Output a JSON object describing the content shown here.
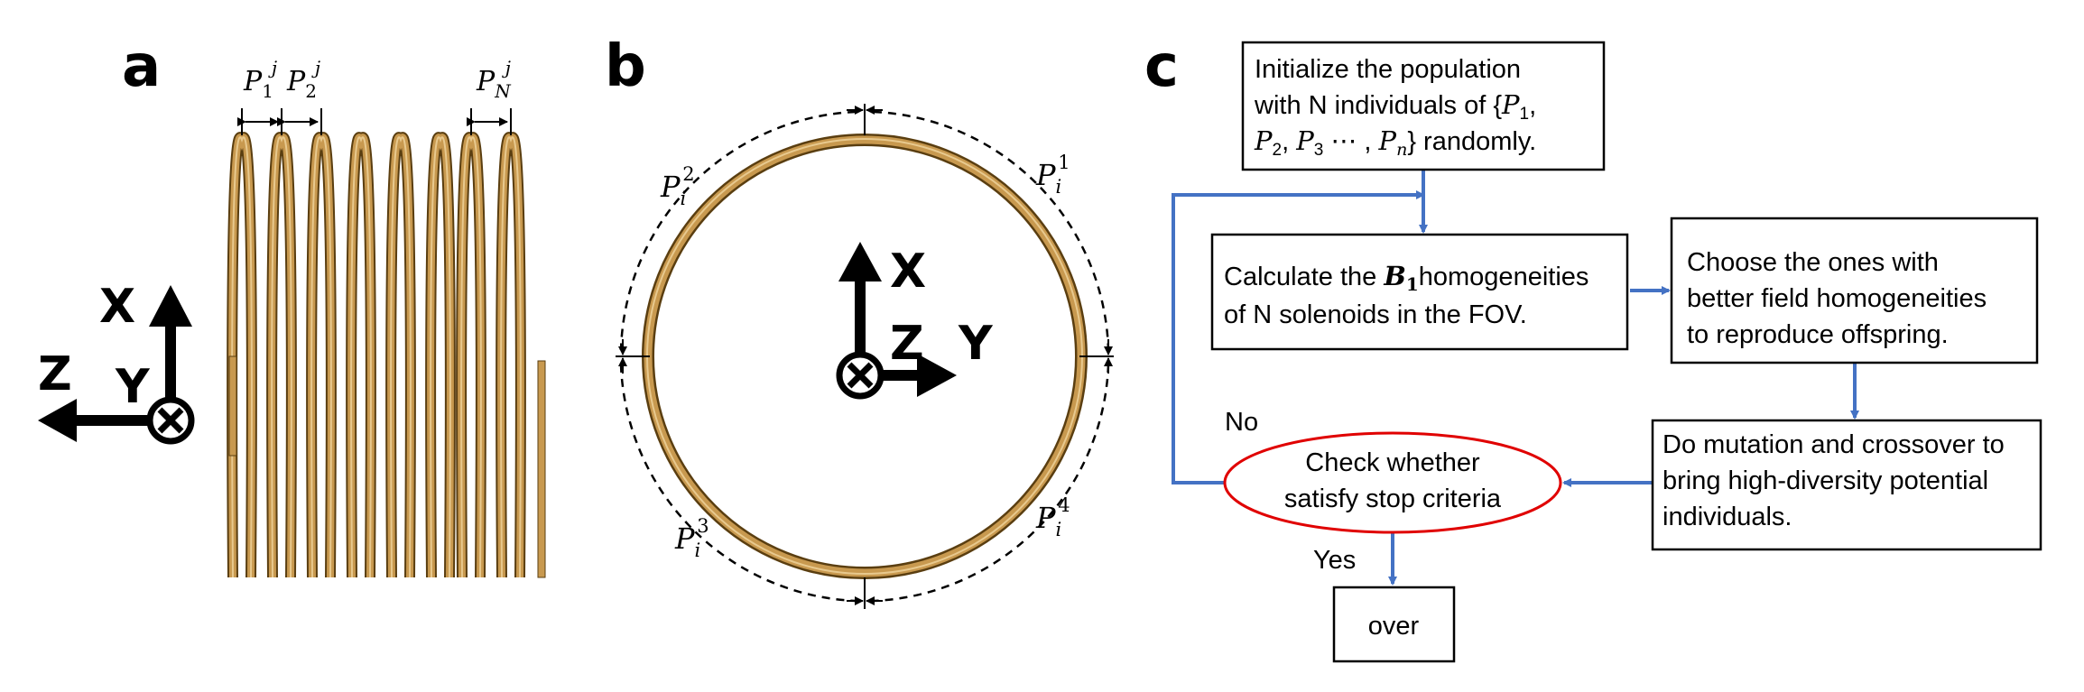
{
  "panels": {
    "a": {
      "label": "a",
      "pitch_labels": [
        {
          "base": "P",
          "sub": "1",
          "sup": "j"
        },
        {
          "base": "P",
          "sub": "2",
          "sup": "j"
        },
        {
          "base": "P",
          "sub": "N",
          "sup": "j"
        }
      ],
      "axes": {
        "x": "X",
        "z": "Z",
        "y": "Y"
      }
    },
    "b": {
      "label": "b",
      "arc_labels": [
        {
          "base": "P",
          "sub": "i",
          "sup": "1"
        },
        {
          "base": "P",
          "sub": "i",
          "sup": "2"
        },
        {
          "base": "P",
          "sub": "i",
          "sup": "3"
        },
        {
          "base": "P",
          "sub": "i",
          "sup": "4"
        }
      ],
      "axes": {
        "x": "X",
        "z": "Z",
        "y": "Y"
      }
    },
    "c": {
      "label": "c",
      "init": {
        "line1": "Initialize    the    population",
        "line2_pre": "with  N  individuals  of  {",
        "line2_post": "} randomly.",
        "set_p1": "P",
        "set_p1_sub": "1",
        "set_p2": "P",
        "set_p2_sub": "2",
        "set_p3": "P",
        "set_p3_sub": "3",
        "set_ellipsis": "⋯",
        "set_pn": "P",
        "set_pn_sub": "n"
      },
      "calc": {
        "line1_pre": "Calculate the ",
        "bold_b": "B",
        "bold_sub": "1",
        "line1_post": "homogeneities",
        "line2": "of N solenoids in the FOV."
      },
      "choose": {
        "line1": "Choose     the     ones     with",
        "line2": "better field homogeneities",
        "line3": "to reproduce offspring."
      },
      "mutate": {
        "line1": "Do mutation and crossover to",
        "line2": "bring  high-diversity  potential",
        "line3": "individuals."
      },
      "check": {
        "line1": "Check whether",
        "line2": "satisfy stop criteria"
      },
      "no_label": "No",
      "yes_label": "Yes",
      "over": "over"
    }
  },
  "colors": {
    "flow_arrow": "#4472c4",
    "decision_border": "#e00000",
    "coil_mid": "#c8994f",
    "coil_dark": "#6b4a16",
    "coil_light": "#e8c98e"
  }
}
